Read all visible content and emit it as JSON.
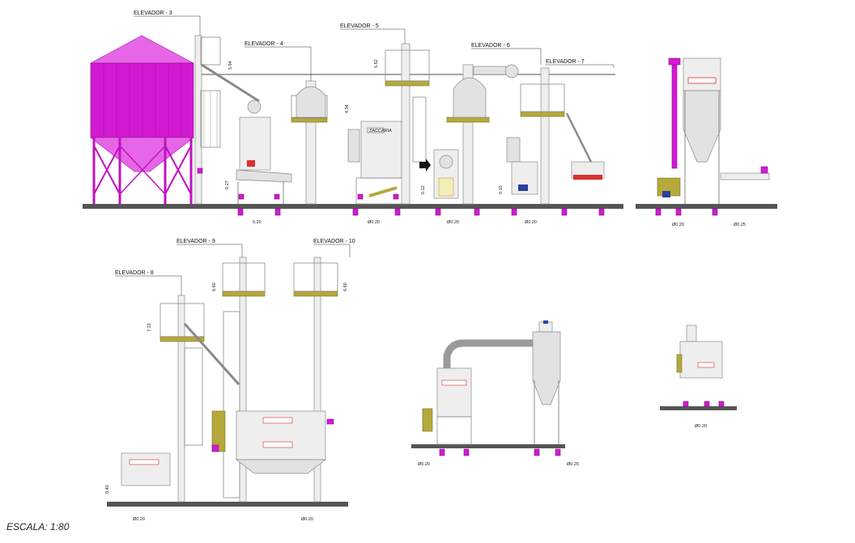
{
  "labels": {
    "elevator_3": "ELEVADOR - 3",
    "elevator_4": "ELEVADOR - 4",
    "elevator_5": "ELEVADOR - 5",
    "elevator_6": "ELEVADOR - 6",
    "elevator_7": "ELEVADOR - 7",
    "elevator_8": "ELEVADOR - 8",
    "elevator_9": "ELEVADOR - 9",
    "elevator_10": "ELEVADOR - 10"
  },
  "scale": "ESCALA: 1:80",
  "dimensions": {
    "top_left_width": "0.20",
    "top_mid_width_1": "Ø0.20",
    "top_mid_width_2": "Ø0.20",
    "top_mid_width_3": "Ø0.20",
    "top_right_width_1": "Ø0.20",
    "top_right_width_2": "Ø0.25",
    "depth_040": "0.40",
    "h_027": "0.27",
    "h_012": "0.12",
    "h_010": "0.10",
    "h_594": "5.94",
    "h_562": "5.62",
    "h_434": "4.34",
    "h_722": "7.22",
    "h_660": "6.60",
    "bot_left_width_1": "Ø0.20",
    "bot_left_width_2": "Ø0.20",
    "bot_mid_width_1": "Ø0.20",
    "bot_mid_width_2": "Ø0.20",
    "bot_right_width": "Ø0.20"
  },
  "brand": "ZACCARIA",
  "colors": {
    "silo": "#d21ad2",
    "platform": "#b5a93c",
    "machine": "#eeeeee",
    "accent_red": "#d83030",
    "motor_blue": "#2a3fa0"
  }
}
